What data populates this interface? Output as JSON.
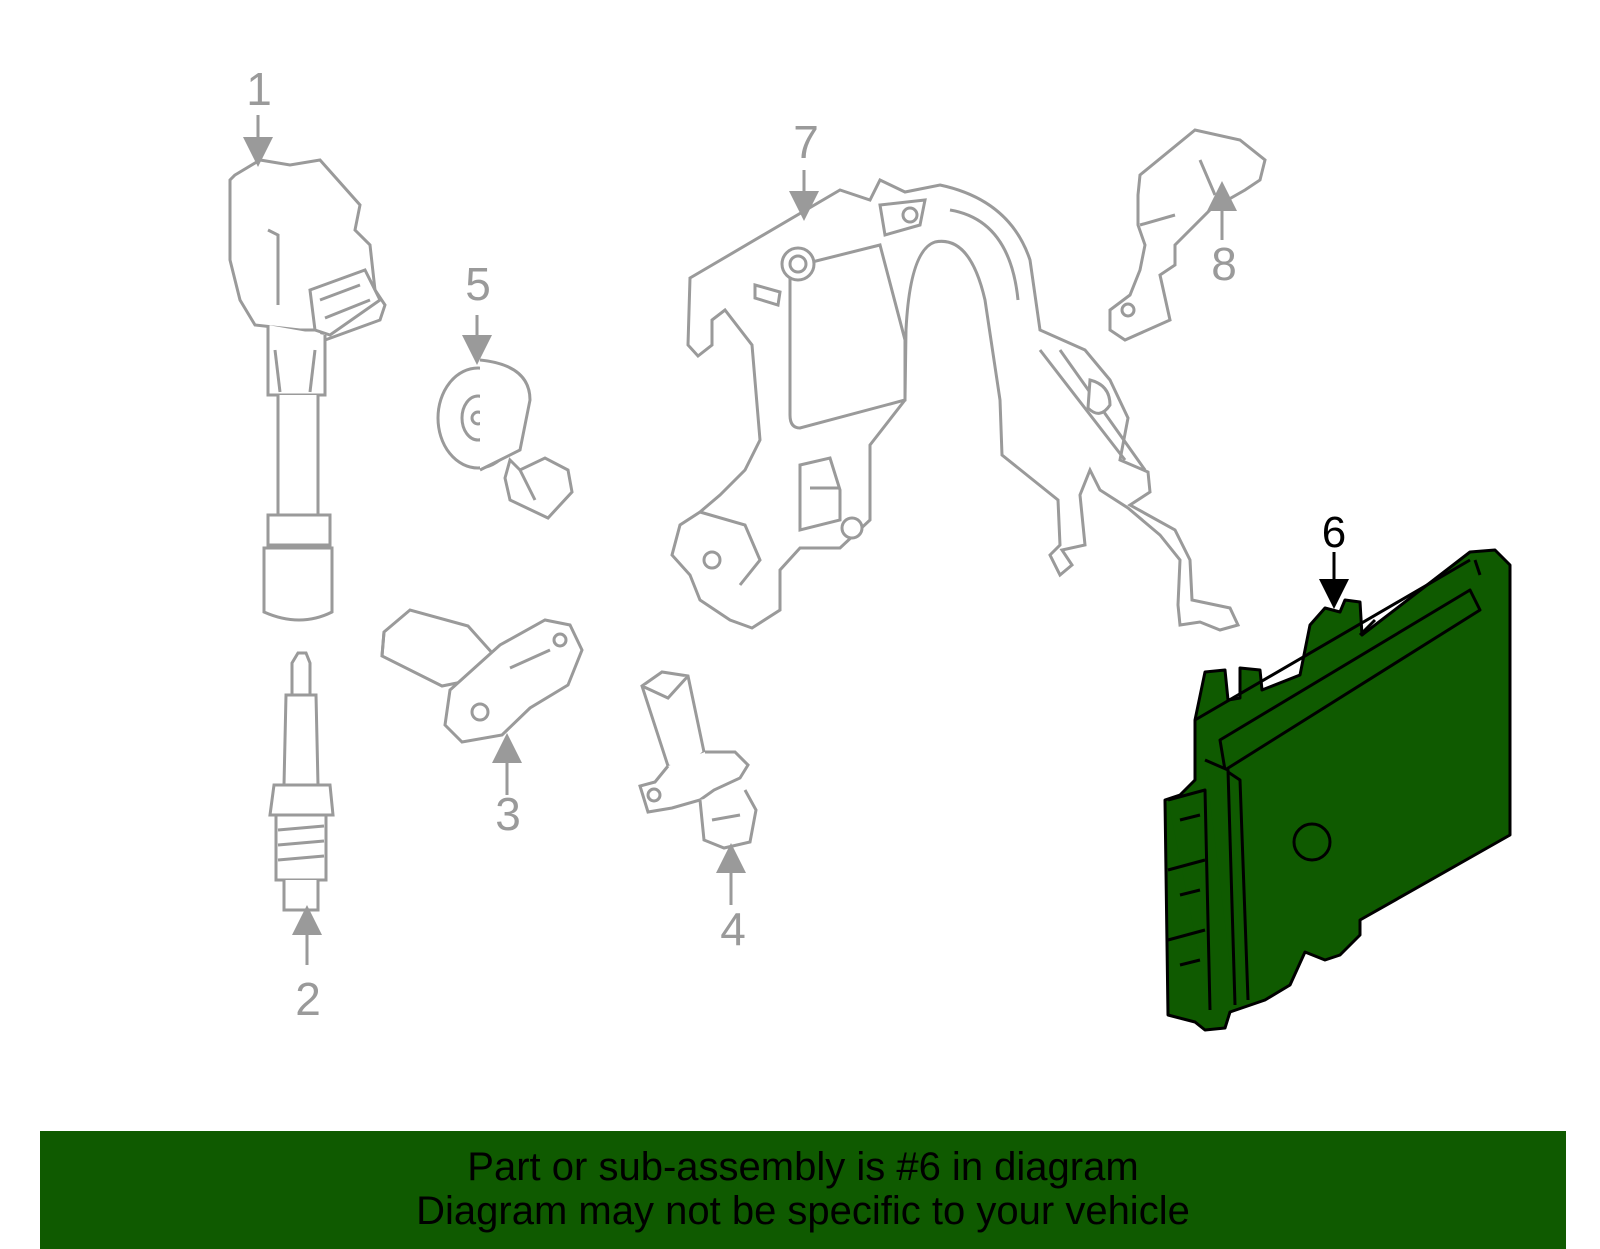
{
  "colors": {
    "highlight_fill": "#0f5a00",
    "outline_dim": "#9a9a9a",
    "banner_background": "#0f5a00",
    "text": "#000000"
  },
  "callouts": [
    "1",
    "2",
    "3",
    "4",
    "5",
    "6",
    "7",
    "8"
  ],
  "highlighted_part": "6",
  "banner": {
    "line1": "Part or sub-assembly is #6 in diagram",
    "line2": "Diagram may not be specific to your vehicle"
  }
}
